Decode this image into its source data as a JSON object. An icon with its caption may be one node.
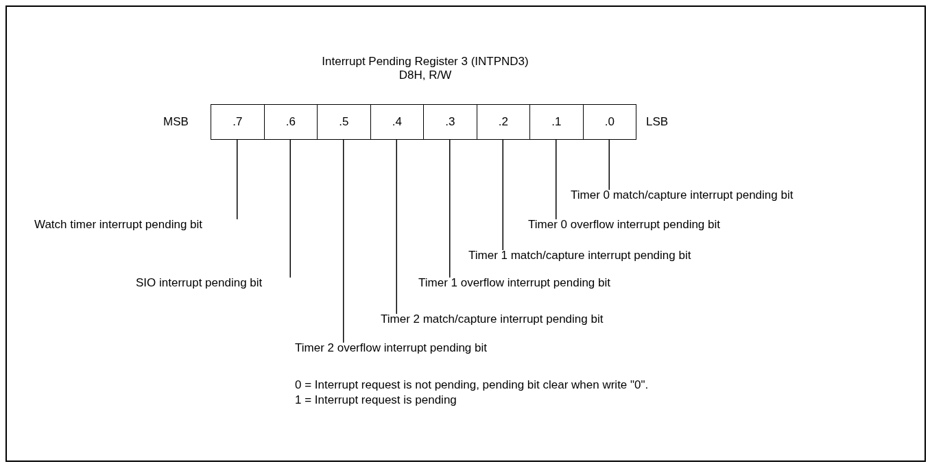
{
  "diagram": {
    "title": "Interrupt Pending Register 3 (INTPND3)",
    "nodes": [
      {
        "text": [
          ".7"
        ]
      },
      {
        "text": [
          ".6"
        ]
      },
      {
        "text": [
          ".5"
        ]
      },
      {
        "text": [
          ".4"
        ]
      },
      {
        "text": [
          ".3"
        ]
      },
      {
        "text": [
          ".2"
        ]
      },
      {
        "text": [
          ".1"
        ]
      },
      {
        "text": [
          ".0"
        ]
      },
      {
        "text": [
          "Watch timer interrupt pending bit"
        ]
      },
      {
        "text": [
          "SIO interrupt pending bit"
        ]
      },
      {
        "text": [
          "Timer 2 overflow interrupt pending bit"
        ]
      },
      {
        "text": [
          "Timer 2 match/capture interrupt pending bit"
        ]
      },
      {
        "text": [
          "Timer 1 overflow interrupt pending bit"
        ]
      },
      {
        "text": [
          "Timer 1 match/capture interrupt pending bit"
        ]
      },
      {
        "text": [
          "Timer 0 overflow interrupt pending bit"
        ]
      },
      {
        "text": [
          "Timer 0 match/capture interrupt pending bit"
        ]
      }
    ],
    "edges": [
      {
        "from": 8,
        "to": 0,
        "arrow": "none"
      },
      {
        "from": 9,
        "to": 1,
        "arrow": "none"
      },
      {
        "from": 10,
        "to": 2,
        "arrow": "none"
      },
      {
        "from": 11,
        "to": 3,
        "arrow": "none"
      },
      {
        "from": 12,
        "to": 4,
        "arrow": "none"
      },
      {
        "from": 13,
        "to": 5,
        "arrow": "none"
      },
      {
        "from": 14,
        "to": 6,
        "arrow": "none"
      },
      {
        "from": 15,
        "to": 7,
        "arrow": "none"
      }
    ],
    "labels": [
      "D8H, R/W",
      "MSB",
      "LSB",
      "0 = Interrupt request is not pending, pending bit clear when write \"0\".",
      "1 = Interrupt request is pending"
    ]
  }
}
